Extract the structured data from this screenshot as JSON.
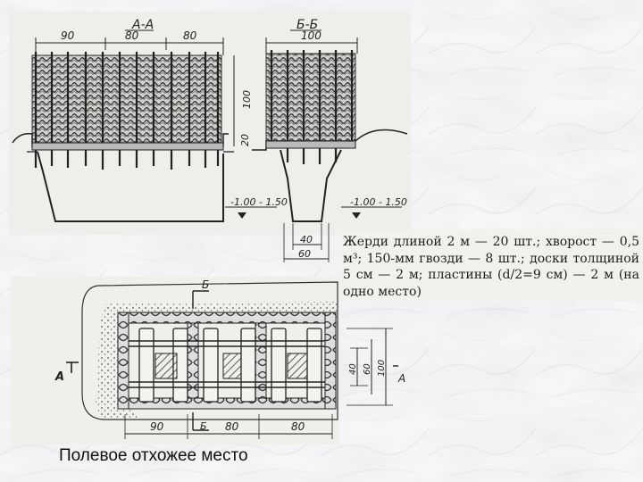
{
  "caption": "Полевое отхожее место",
  "note": "Жерди длиной 2 м — 20 шт.; хворост — 0,5 м³; 150-мм гвозди — 8 шт.; доски толщиной 5 см — 2 м; пластины (d/2=9 см) — 2 м (на одно место)",
  "section_aa": {
    "title": "А-А",
    "dims_top": [
      "90",
      "80",
      "80"
    ],
    "dim_height_1": "100",
    "dim_height_2": "20",
    "level": "-1.00 - 1.50"
  },
  "section_bb": {
    "title": "Б-Б",
    "dim_top": "100",
    "dim_bottom_inner": "40",
    "dim_bottom_outer": "60",
    "level": "-1.00 - 1.50"
  },
  "plan": {
    "cut_b_top": "Б",
    "cut_b_bottom": "Б",
    "cut_a_left": "А",
    "cut_a_right": "А",
    "dims_bottom": [
      "90",
      "80",
      "80"
    ],
    "dims_right": [
      "40",
      "60",
      "100"
    ]
  },
  "colors": {
    "ink": "#2a2a2a",
    "paper": "#eeeeeb",
    "marble": "#dfe2e5"
  }
}
